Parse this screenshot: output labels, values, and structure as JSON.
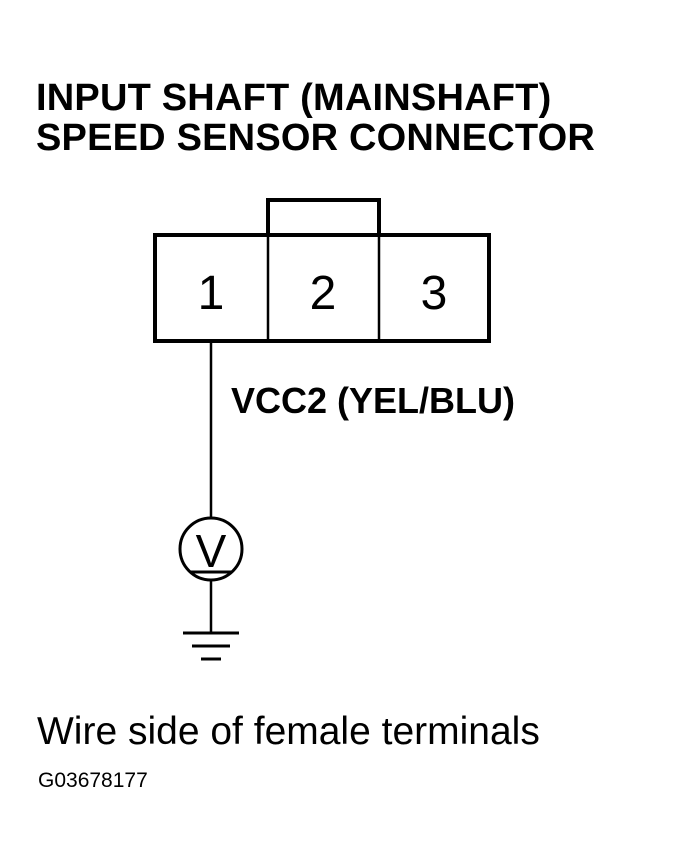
{
  "title": {
    "line1": "INPUT SHAFT (MAINSHAFT)",
    "line2": "SPEED SENSOR CONNECTOR"
  },
  "connector": {
    "terminals": [
      "1",
      "2",
      "3"
    ]
  },
  "wire_label": "VCC2 (YEL/BLU)",
  "meter_symbol": "V",
  "caption": "Wire side of female terminals",
  "figure_code": "G03678177"
}
